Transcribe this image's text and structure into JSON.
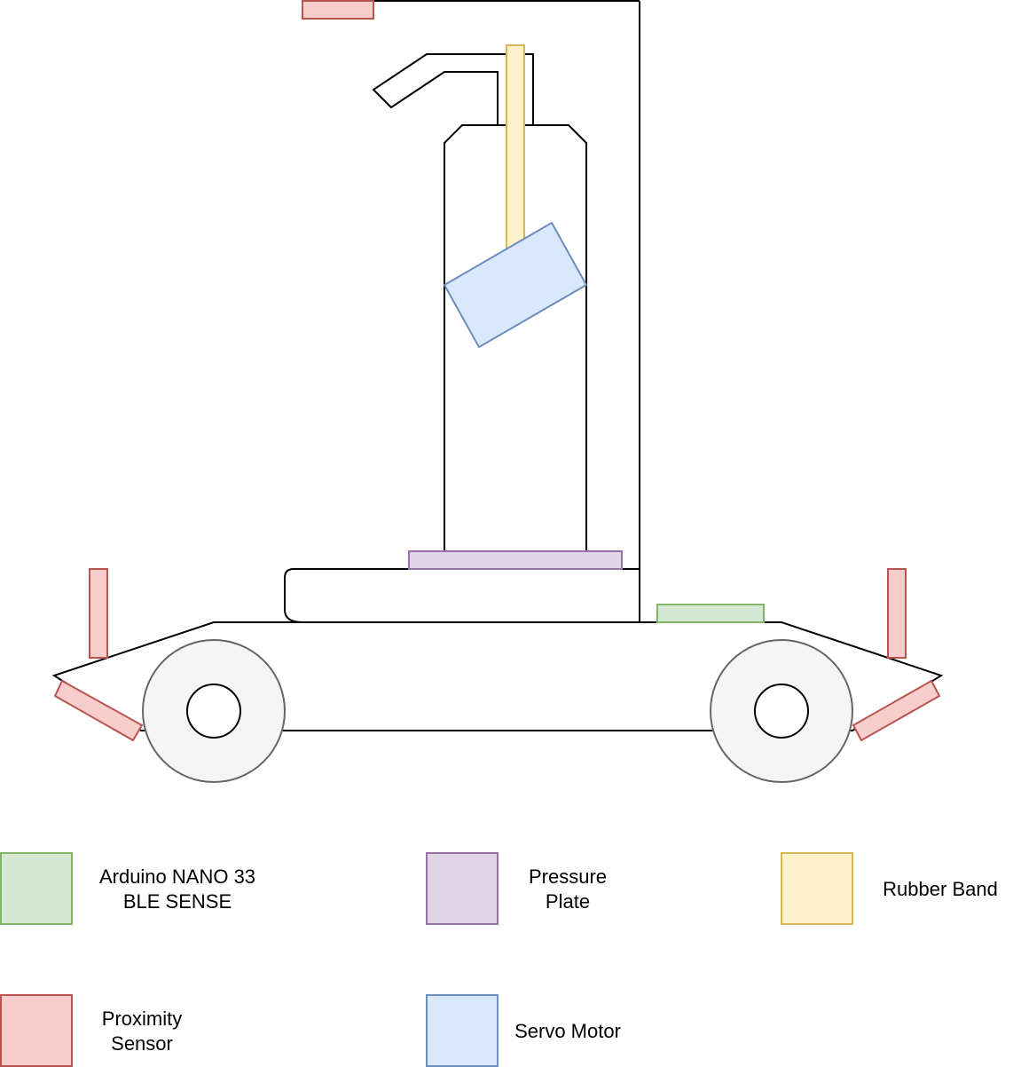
{
  "colors": {
    "arduino": {
      "fill": "#d5e8d4",
      "stroke": "#82b366"
    },
    "pressure": {
      "fill": "#e1d5e7",
      "stroke": "#9673a6"
    },
    "rubber": {
      "fill": "#fff2cc",
      "stroke": "#d6b656"
    },
    "proximity": {
      "fill": "#f8cecc",
      "stroke": "#b85450"
    },
    "servo": {
      "fill": "#dae8fc",
      "stroke": "#6c8ebf"
    },
    "wheel": {
      "fill": "#f5f5f5",
      "stroke": "#666666"
    },
    "outline": "#000000"
  },
  "legend": {
    "arduino": {
      "line1": "Arduino NANO 33",
      "line2": "BLE SENSE"
    },
    "pressure": {
      "line1": "Pressure",
      "line2": "Plate"
    },
    "rubber": {
      "line1": "Rubber Band"
    },
    "proximity": {
      "line1": "Proximity",
      "line2": "Sensor"
    },
    "servo": {
      "line1": "Servo Motor"
    }
  }
}
